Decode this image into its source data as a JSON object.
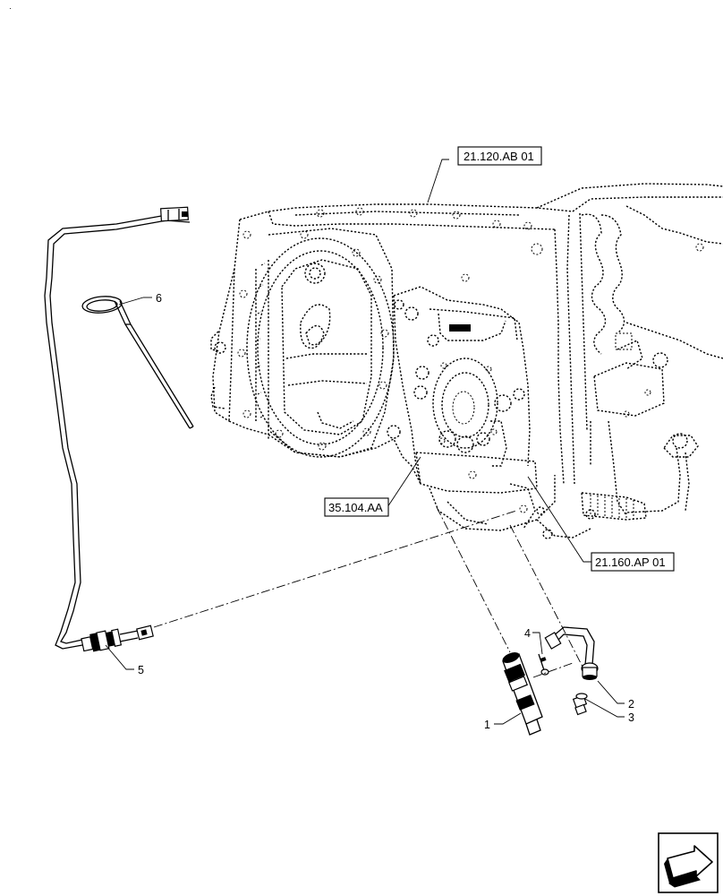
{
  "references": {
    "ref_top": "21.120.AB 01",
    "ref_left": "35.104.AA",
    "ref_right": "21.160.AP 01"
  },
  "callouts": {
    "c1": "1",
    "c2": "2",
    "c3": "3",
    "c4": "4",
    "c5": "5",
    "c6": "6"
  },
  "icons": {
    "nav": "next-page-arrow-icon"
  }
}
